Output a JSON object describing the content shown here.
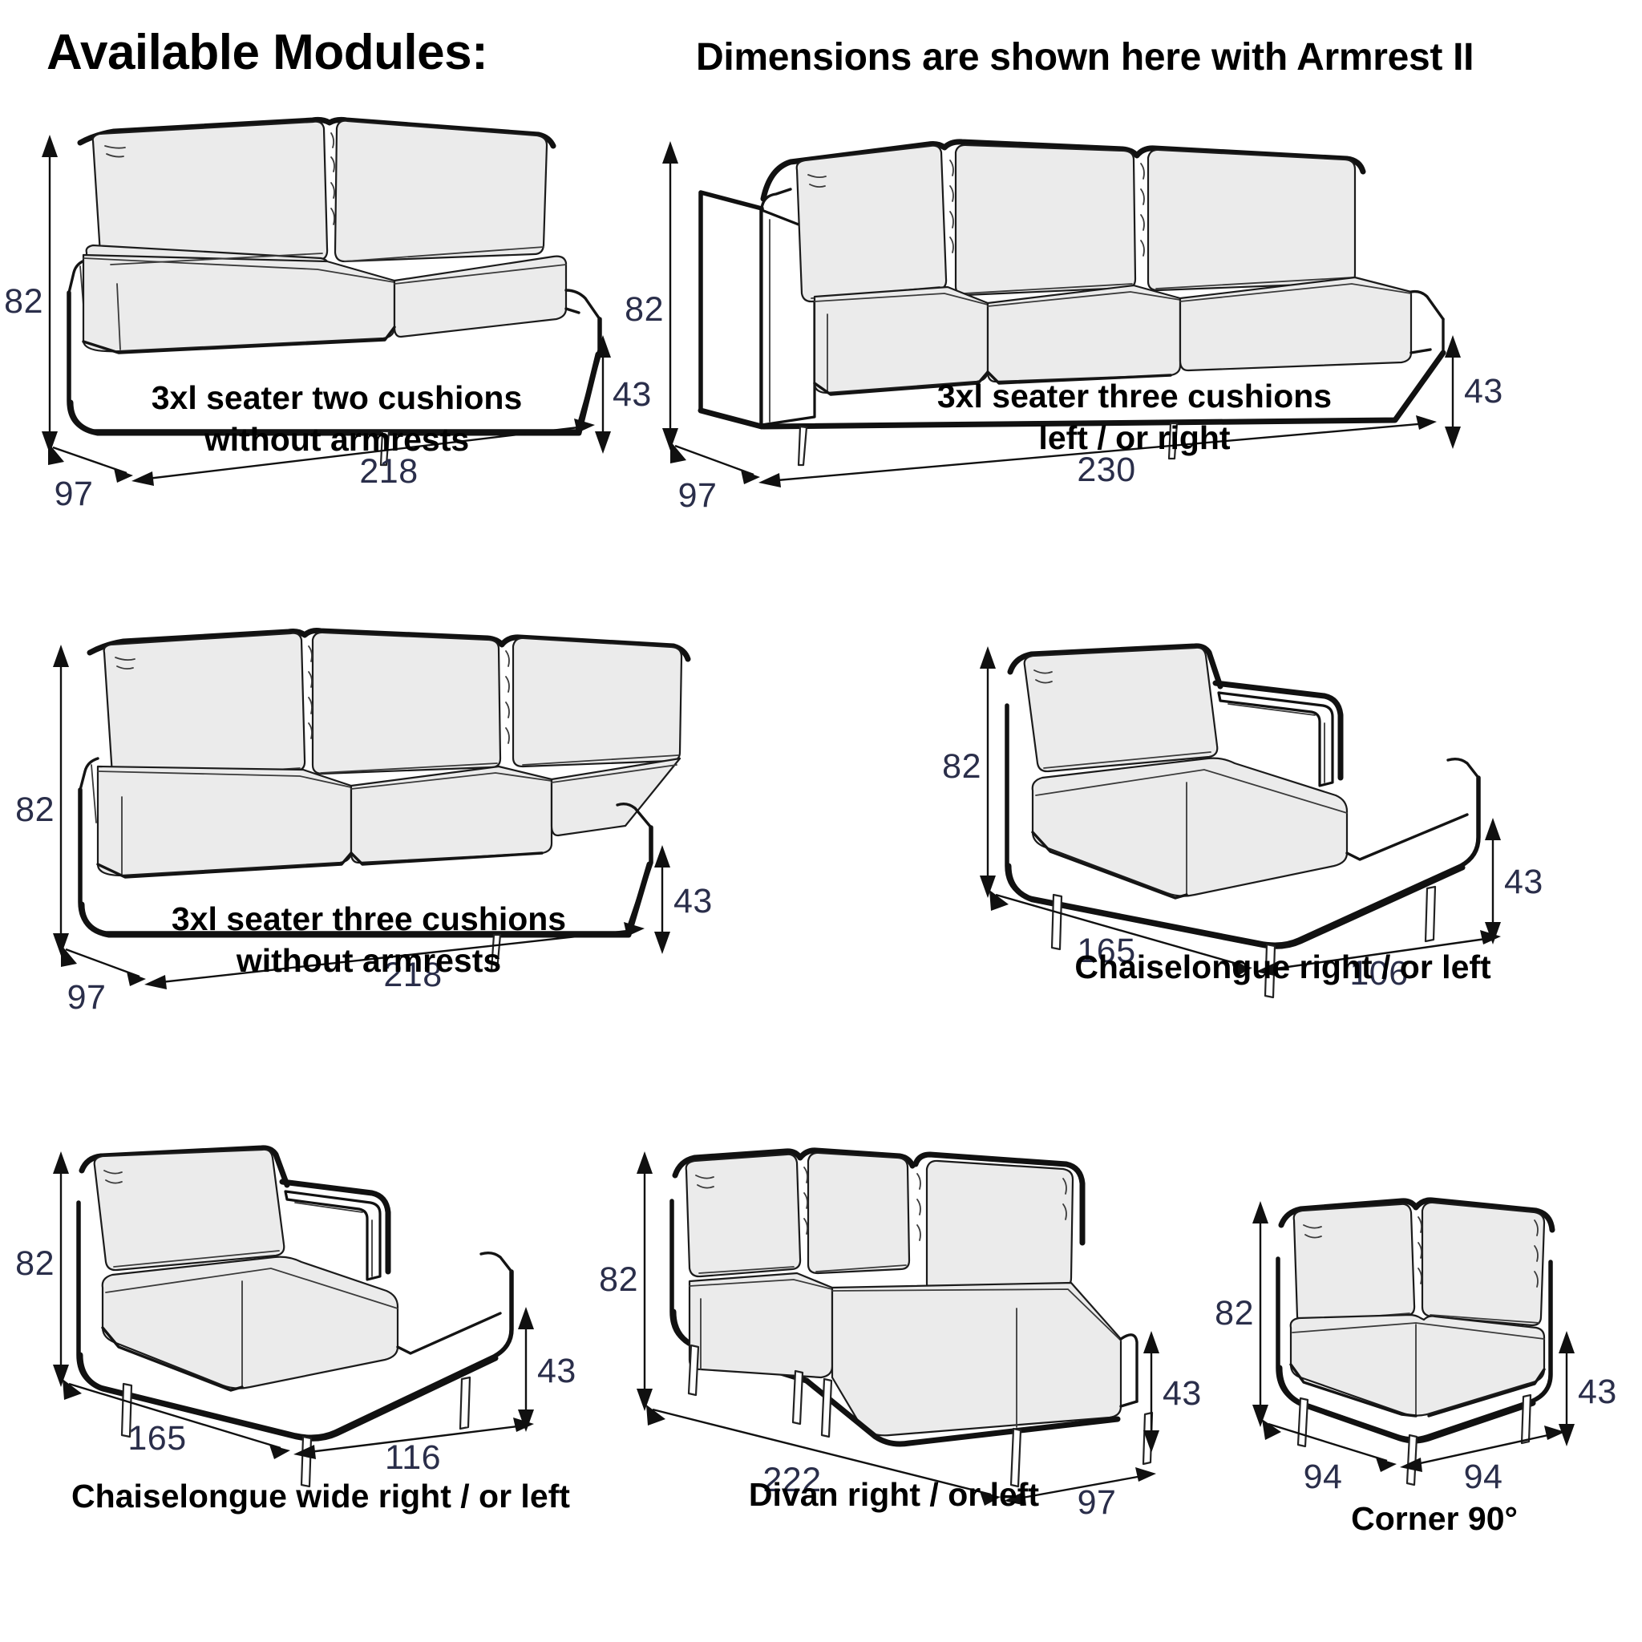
{
  "header": {
    "title": "Available Modules:",
    "subtitle": "Dimensions are shown here with Armrest II"
  },
  "units": "cm",
  "modules": [
    {
      "id": "3xl-two-cushions-no-armrests",
      "caption": "3xl seater two cushions\nwithout armrests",
      "dimensions": {
        "height": "82",
        "seat_height": "43",
        "depth": "97",
        "width": "218"
      },
      "labels": {
        "height": "82",
        "seat_height": "43",
        "depth": "97",
        "width": "218"
      }
    },
    {
      "id": "3xl-three-cushions-left-or-right",
      "caption": "3xl seater three cushions\nleft / or right",
      "dimensions": {
        "height": "82",
        "seat_height": "43",
        "depth": "97",
        "width": "230"
      },
      "labels": {
        "height": "82",
        "seat_height": "43",
        "depth": "97",
        "width": "230"
      }
    },
    {
      "id": "3xl-three-cushions-no-armrests",
      "caption": "3xl seater three cushions\nwithout armrests",
      "dimensions": {
        "height": "82",
        "seat_height": "43",
        "depth": "97",
        "width": "218"
      },
      "labels": {
        "height": "82",
        "seat_height": "43",
        "depth": "97",
        "width": "218"
      }
    },
    {
      "id": "chaiselongue-right-or-left",
      "caption": "Chaiselongue right / or left",
      "dimensions": {
        "height": "82",
        "seat_height": "43",
        "depth": "165",
        "width": "106"
      },
      "labels": {
        "height": "82",
        "seat_height": "43",
        "depth": "165",
        "width": "106"
      }
    },
    {
      "id": "chaiselongue-wide-right-or-left",
      "caption": "Chaiselongue wide right / or left",
      "dimensions": {
        "height": "82",
        "seat_height": "43",
        "depth": "165",
        "width": "116"
      },
      "labels": {
        "height": "82",
        "seat_height": "43",
        "depth": "165",
        "width": "116"
      }
    },
    {
      "id": "divan-right-or-left",
      "caption": "Divan right / or left",
      "dimensions": {
        "height": "82",
        "seat_height": "43",
        "depth": "97",
        "width": "222"
      },
      "labels": {
        "height": "82",
        "seat_height": "43",
        "depth": "97",
        "width": "222"
      }
    },
    {
      "id": "corner-90",
      "caption": "Corner 90°",
      "dimensions": {
        "height": "82",
        "seat_height": "43",
        "side_a": "94",
        "side_b": "94"
      },
      "labels": {
        "height": "82",
        "seat_height": "43",
        "side_a": "94",
        "side_b": "94"
      }
    }
  ],
  "colors": {
    "background": "#ffffff",
    "outline": "#111111",
    "cushion_fill": "#ebebeb",
    "dimension_text": "#2a2e4a",
    "caption_text": "#000000"
  }
}
